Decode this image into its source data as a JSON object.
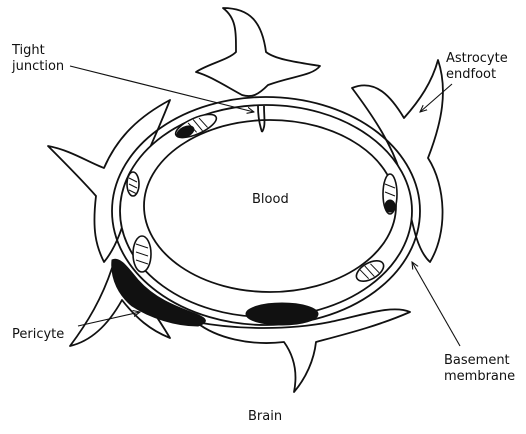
{
  "labels": {
    "tight_junction_line1": "Tight",
    "tight_junction_line2": "junction",
    "astrocyte_line1": "Astrocyte",
    "astrocyte_line2": "endfoot",
    "blood": "Blood",
    "pericyte": "Pericyte",
    "basement_line1": "Basement",
    "basement_line2": "membrane",
    "brain": "Brain"
  }
}
